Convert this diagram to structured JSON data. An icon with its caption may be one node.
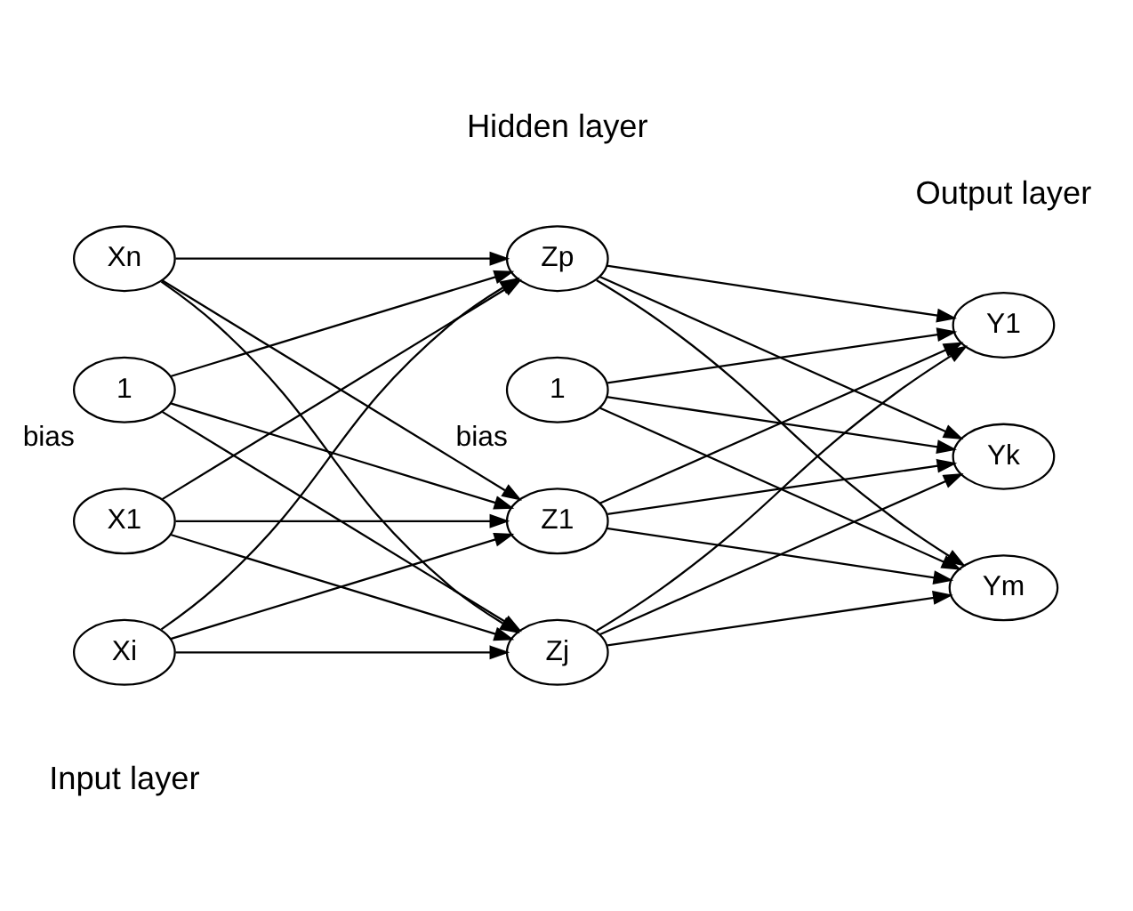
{
  "diagram": {
    "nodes": [
      {
        "text": [
          "X1"
        ]
      },
      {
        "text": [
          "Xi"
        ]
      },
      {
        "text": [
          "Xn"
        ]
      },
      {
        "text": [
          "1"
        ],
        "beside": [
          "bias"
        ]
      },
      {
        "text": [
          "Z1"
        ]
      },
      {
        "text": [
          "Zj"
        ]
      },
      {
        "text": [
          "Zp"
        ]
      },
      {
        "text": [
          "1"
        ],
        "beside": [
          "bias"
        ]
      },
      {
        "text": [
          "Y1"
        ]
      },
      {
        "text": [
          "Yk"
        ]
      },
      {
        "text": [
          "Ym"
        ]
      }
    ],
    "edges": [
      {
        "from": 0,
        "to": 4,
        "arrow": "to"
      },
      {
        "from": 0,
        "to": 5,
        "arrow": "to"
      },
      {
        "from": 0,
        "to": 6,
        "arrow": "to"
      },
      {
        "from": 1,
        "to": 4,
        "arrow": "to"
      },
      {
        "from": 1,
        "to": 5,
        "arrow": "to"
      },
      {
        "from": 1,
        "to": 6,
        "arrow": "to"
      },
      {
        "from": 2,
        "to": 4,
        "arrow": "to"
      },
      {
        "from": 2,
        "to": 5,
        "arrow": "to"
      },
      {
        "from": 2,
        "to": 6,
        "arrow": "to"
      },
      {
        "from": 3,
        "to": 4,
        "arrow": "to"
      },
      {
        "from": 3,
        "to": 5,
        "arrow": "to"
      },
      {
        "from": 3,
        "to": 6,
        "arrow": "to"
      },
      {
        "from": 4,
        "to": 8,
        "arrow": "to"
      },
      {
        "from": 4,
        "to": 9,
        "arrow": "to"
      },
      {
        "from": 4,
        "to": 10,
        "arrow": "to"
      },
      {
        "from": 5,
        "to": 8,
        "arrow": "to"
      },
      {
        "from": 5,
        "to": 9,
        "arrow": "to"
      },
      {
        "from": 5,
        "to": 10,
        "arrow": "to"
      },
      {
        "from": 6,
        "to": 8,
        "arrow": "to"
      },
      {
        "from": 6,
        "to": 9,
        "arrow": "to"
      },
      {
        "from": 6,
        "to": 10,
        "arrow": "to"
      },
      {
        "from": 7,
        "to": 8,
        "arrow": "to"
      },
      {
        "from": 7,
        "to": 9,
        "arrow": "to"
      },
      {
        "from": 7,
        "to": 10,
        "arrow": "to"
      }
    ],
    "labels": [
      "Input layer",
      "Hidden layer",
      "Output layer"
    ]
  }
}
